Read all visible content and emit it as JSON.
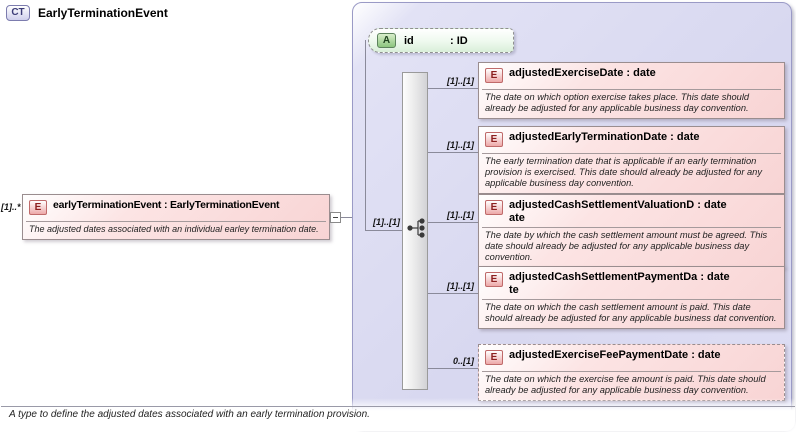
{
  "source": {
    "cardinality": "[1]..*",
    "badge": "E",
    "title": "earlyTerminationEvent : EarlyTerminationEvent",
    "description": "The adjusted dates associated with an individual earley termination date."
  },
  "complex_type": {
    "badge": "CT",
    "title": "EarlyTerminationEvent",
    "attribute": {
      "badge": "A",
      "name": "id",
      "type": ": ID"
    },
    "sequence": {
      "cardinality": "[1]..[1]"
    },
    "children": [
      {
        "badge": "E",
        "title": "adjustedExerciseDate : date",
        "cardinality": "[1]..[1]",
        "optional": false,
        "description": "The date on which option exercise takes place. This date should already be adjusted for any applicable business day convention."
      },
      {
        "badge": "E",
        "title": "adjustedEarlyTerminationDate : date",
        "cardinality": "[1]..[1]",
        "optional": false,
        "description": "The early termination date that is applicable if an early termination provision is exercised. This date should already be adjusted for any applicable business day convention."
      },
      {
        "badge": "E",
        "title": "adjustedCashSettlementValuationD : date\nate",
        "cardinality": "[1]..[1]",
        "optional": false,
        "description": "The date by which the cash settlement amount must be agreed. This date should already be adjusted for any applicable business day convention."
      },
      {
        "badge": "E",
        "title": "adjustedCashSettlementPaymentDa : date\nte",
        "cardinality": "[1]..[1]",
        "optional": false,
        "description": "The date on which the cash settlement amount is paid. This date should already be adjusted for any applicable business dat convention."
      },
      {
        "badge": "E",
        "title": "adjustedExerciseFeePaymentDate : date",
        "cardinality": "0..[1]",
        "optional": true,
        "description": "The date on which the exercise fee amount is paid. This date should already be adjusted for any applicable business day convention."
      }
    ],
    "footer": "A type to define the adjusted dates associated with an early termination provision."
  },
  "colors": {
    "complex_type_fill": "#d8d8f0",
    "complex_type_border": "#9a9ac6",
    "element_fill": "#f8d4d4",
    "element_border": "#9a8d8f",
    "attribute_fill": "#d9efd9",
    "connector_gray": "#8a8a9a",
    "element_badge_text": "#8c2020",
    "ct_badge_text": "#3c3c78"
  }
}
